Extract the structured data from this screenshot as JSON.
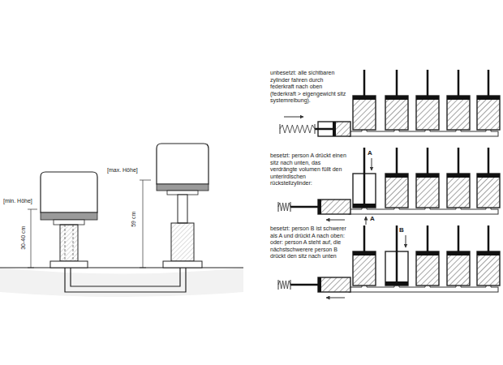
{
  "diagram": {
    "labels": [
      "[min. Höhe]",
      "30-40 cm",
      "[max. Höhe]",
      "59 cm",
      "unbesetzt: alle sichtbaren zylinder fahren durch federkraft nach oben (federkraft > eigengewicht sitz systemreibung).",
      "besetzt: person A drückt einen sitz nach unten, das verdrängte volumen füllt den unterirdischen rückstellzylinder:",
      "besetzt: person B ist schwerer als A und drückt A nach oben: oder: person A steht auf, die nächstschwerere person B drückt den sitz nach unten",
      "A",
      "A",
      "B"
    ]
  }
}
